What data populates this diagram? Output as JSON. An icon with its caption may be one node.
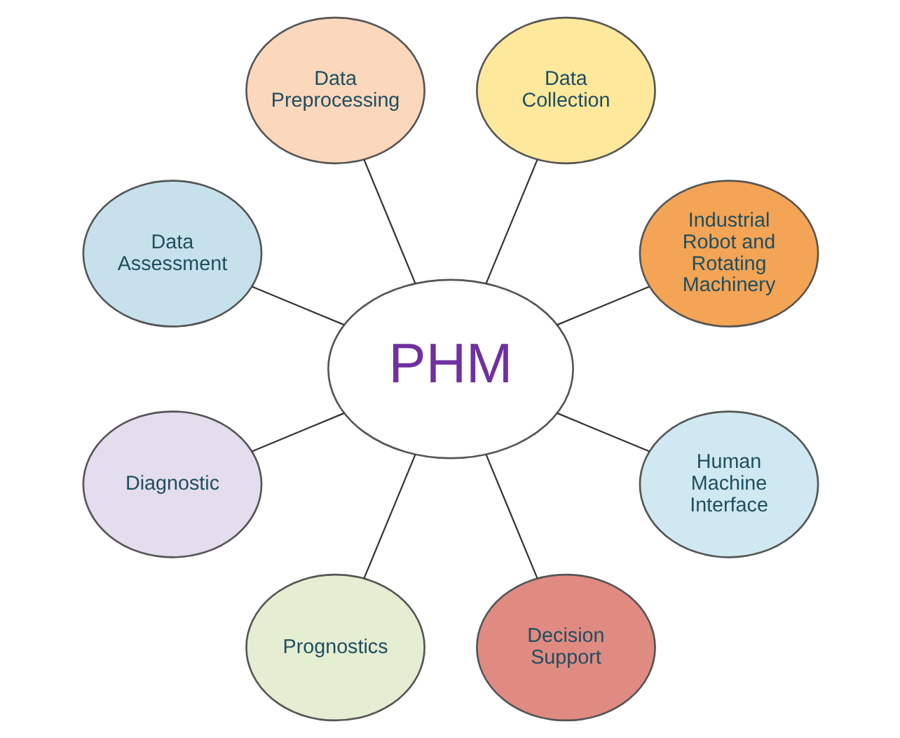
{
  "diagram": {
    "nodes": [
      {
        "text": [
          "PHM"
        ]
      },
      {
        "text": [
          "Industrial Robot and Rotating Machinery"
        ]
      },
      {
        "text": [
          "Data Collection"
        ]
      },
      {
        "text": [
          "Data Preprocessing"
        ]
      },
      {
        "text": [
          "Data Assessment"
        ]
      },
      {
        "text": [
          "Diagnostic"
        ]
      },
      {
        "text": [
          "Prognostics"
        ]
      },
      {
        "text": [
          "Decision Support"
        ]
      },
      {
        "text": [
          "Human Machine Interface"
        ]
      }
    ],
    "edges": [
      {
        "from": 0,
        "to": 1,
        "arrow": "none"
      },
      {
        "from": 0,
        "to": 2,
        "arrow": "none"
      },
      {
        "from": 0,
        "to": 3,
        "arrow": "none"
      },
      {
        "from": 0,
        "to": 4,
        "arrow": "none"
      },
      {
        "from": 0,
        "to": 5,
        "arrow": "none"
      },
      {
        "from": 0,
        "to": 6,
        "arrow": "none"
      },
      {
        "from": 0,
        "to": 7,
        "arrow": "none"
      },
      {
        "from": 0,
        "to": 8,
        "arrow": "none"
      }
    ]
  }
}
